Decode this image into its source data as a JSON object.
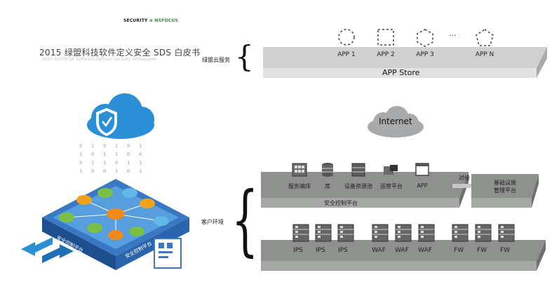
{
  "header": {
    "brand_left": "SECURITY",
    "brand_right": "NSFOCUS",
    "title": "2015 绿盟科技软件定义安全 SDS 白皮书",
    "subtitle": "2015 NSFOCUS Software Defined Security Whitepaper"
  },
  "cloud_services": {
    "label": "绿盟云服务",
    "apps": [
      "APP 1",
      "APP 2",
      "APP 3",
      "APP N"
    ],
    "ellipsis": "···",
    "store_label": "APP Store"
  },
  "internet": {
    "label": "Internet"
  },
  "customer_env": {
    "label": "客户环境",
    "control_platform": {
      "label": "安全控制平台",
      "services": [
        "服务编排",
        "库",
        "设备资源池",
        "运营平台",
        "APP"
      ]
    },
    "connector_label": "对接",
    "infra_platform": [
      "基础设施",
      "管理平台"
    ],
    "devices": [
      "IPS",
      "IPS",
      "IPS",
      "WAF",
      "WAF",
      "WAF",
      "FW",
      "FW",
      "FW"
    ]
  },
  "illustration": {
    "binary_stream": "0 1 0 1",
    "platform_label_left": "安全控制平台",
    "platform_label_right": "安全控制平台"
  },
  "colors": {
    "accent_green": "#2e8b3a",
    "cloud_blue": "#2b8fd6",
    "platform_gray": "#8d8f8d",
    "platform_top": "#a7a9a7"
  }
}
